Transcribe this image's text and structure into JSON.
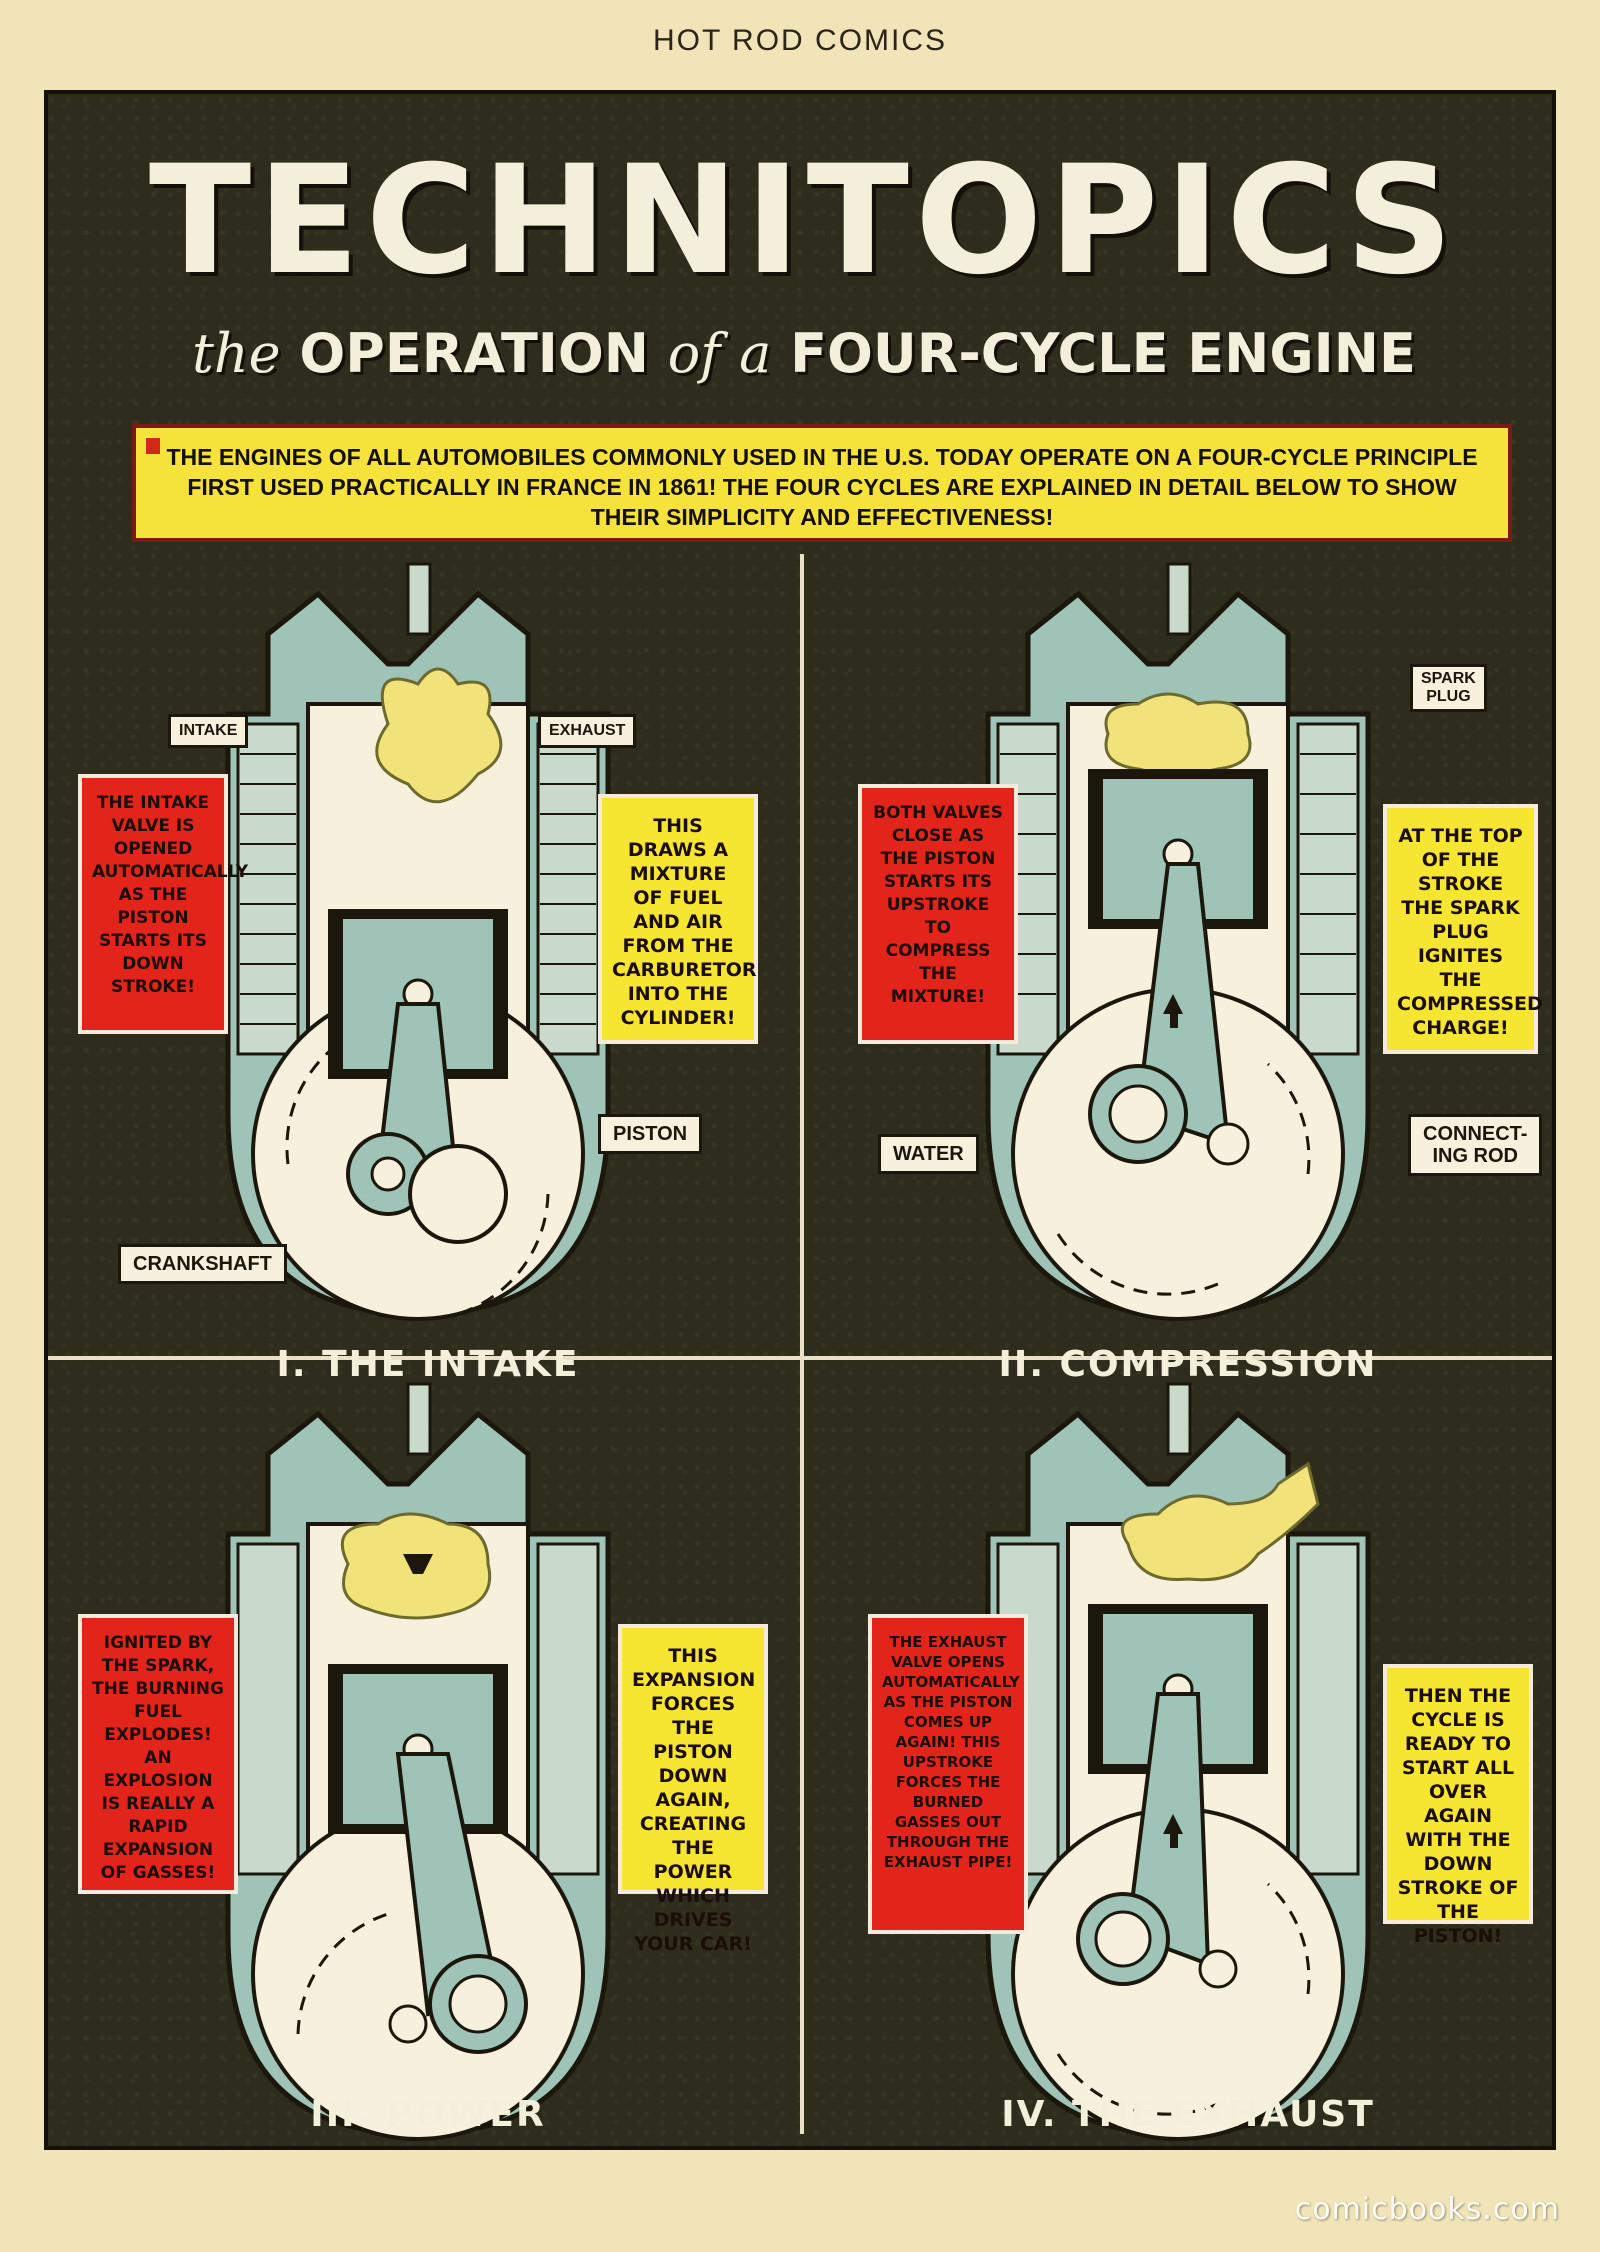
{
  "header": {
    "running_head": "HOT ROD COMICS"
  },
  "title": "TECHNITOPICS",
  "subtitle": {
    "the": "the",
    "operation": "OPERATION",
    "of": "of",
    "a": "a",
    "rest": "FOUR-CYCLE ENGINE"
  },
  "intro": "The engines of all automobiles commonly used in the U.S. today operate on a four-cycle principle first used practically in France in 1861! The four cycles are explained in detail below to show their simplicity and effectiveness!",
  "panels": [
    {
      "title": "I. THE INTAKE",
      "red": "The intake valve is opened automatically as the piston starts its down stroke!",
      "yellow": "This draws a mixture of fuel and air from the carburetor into the cylinder!",
      "labels": {
        "intake": "INTAKE",
        "exhaust": "EXHAUST",
        "piston": "PISTON",
        "crankshaft": "CRANKSHAFT"
      }
    },
    {
      "title": "II. COMPRESSION",
      "red": "Both valves close as the piston starts its upstroke to compress the mixture!",
      "yellow": "At the top of the stroke the spark plug ignites the compressed charge!",
      "labels": {
        "spark_plug_1": "SPARK",
        "spark_plug_2": "PLUG",
        "water": "WATER",
        "connecting_rod_1": "CONNECT-",
        "connecting_rod_2": "ING ROD"
      }
    },
    {
      "title": "III. POWER",
      "red": "Ignited by the spark, the burning fuel explodes! An explosion is really a rapid expansion of gasses!",
      "yellow": "This expansion forces the piston down again, creating the power which drives your car!"
    },
    {
      "title": "IV. THE EXHAUST",
      "red": "The exhaust valve opens automatically as the piston comes up again! This upstroke forces the burned gasses out through the exhaust pipe!",
      "yellow": "Then the cycle is ready to start all over again with the down stroke of the piston!"
    }
  ],
  "watermark": "comicbooks.com",
  "colors": {
    "board": "#2e2c1d",
    "paper": "#f1e4b8",
    "red_caption": "#e3241b",
    "yellow_caption": "#f6e631",
    "engine_block": "#9fc3b6",
    "cylinder_fill": "#f6f0dc",
    "fuel_cloud": "#f2e27a"
  }
}
